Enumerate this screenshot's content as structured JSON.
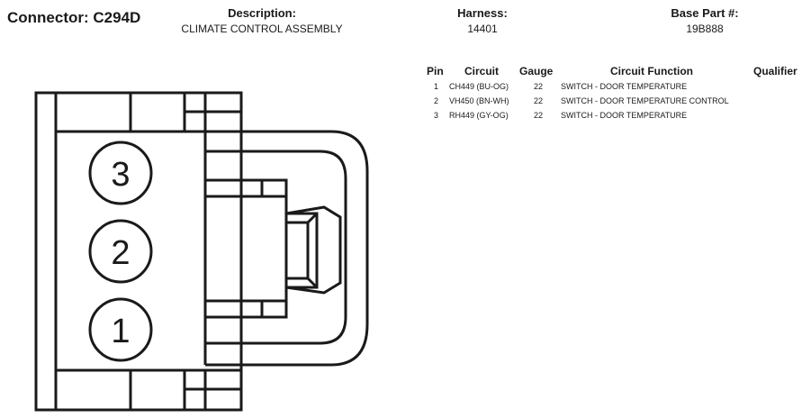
{
  "connector": {
    "title": "Connector: C294D"
  },
  "description": {
    "label": "Description:",
    "value": "CLIMATE CONTROL ASSEMBLY"
  },
  "harness": {
    "label": "Harness:",
    "value": "14401"
  },
  "base_part": {
    "label": "Base Part #:",
    "value": "19B888"
  },
  "table": {
    "headers": {
      "pin": "Pin",
      "circuit": "Circuit",
      "gauge": "Gauge",
      "function": "Circuit Function",
      "qualifier": "Qualifier"
    },
    "rows": [
      {
        "pin": "1",
        "circuit": "CH449 (BU-OG)",
        "gauge": "22",
        "function": "SWITCH - DOOR TEMPERATURE"
      },
      {
        "pin": "2",
        "circuit": "VH450 (BN-WH)",
        "gauge": "22",
        "function": "SWITCH - DOOR TEMPERATURE CONTROL"
      },
      {
        "pin": "3",
        "circuit": "RH449 (GY-OG)",
        "gauge": "22",
        "function": "SWITCH - DOOR TEMPERATURE"
      }
    ]
  },
  "diagram": {
    "pins": [
      "3",
      "2",
      "1"
    ]
  }
}
